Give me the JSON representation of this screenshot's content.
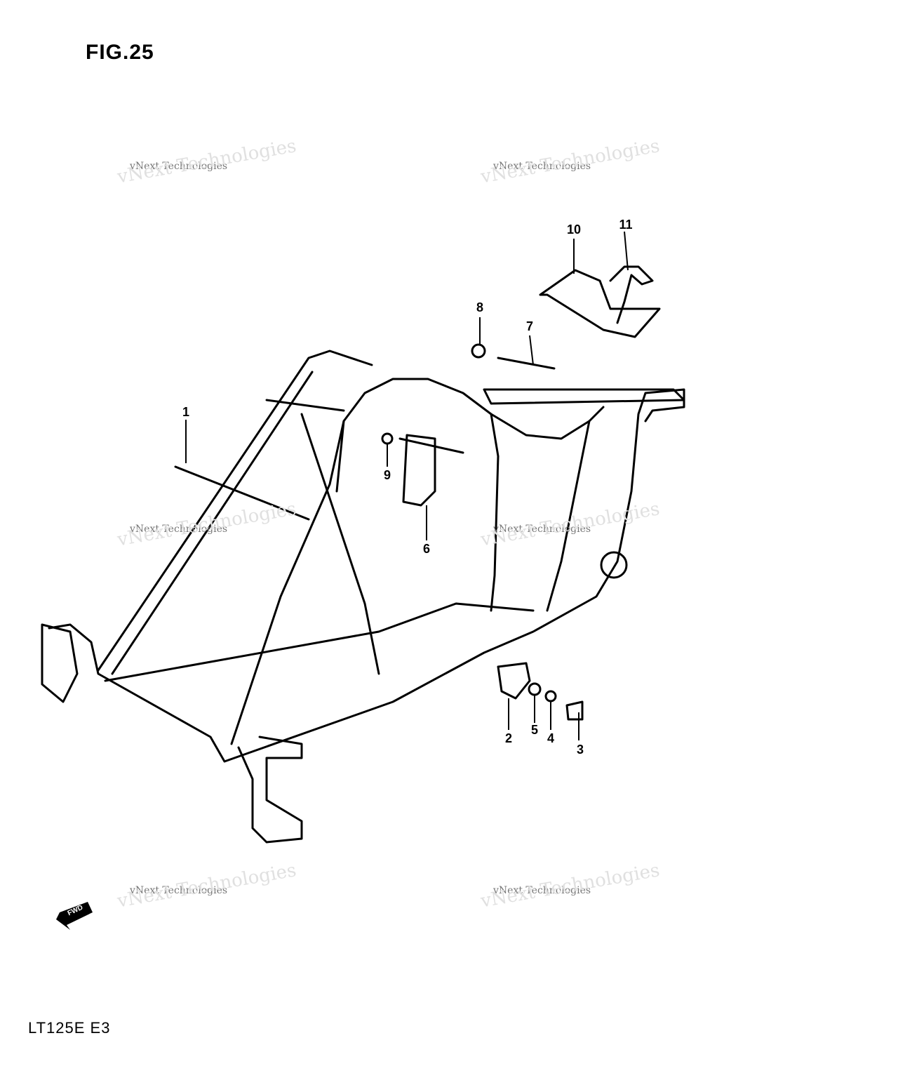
{
  "figure": {
    "title": "FIG.25",
    "model_code": "LT125E E3"
  },
  "watermark": {
    "small": "vNext Technologies",
    "big": "vNext Technologies"
  },
  "fwd_label": "FWD",
  "callouts": [
    {
      "id": "1",
      "label": "1"
    },
    {
      "id": "2",
      "label": "2"
    },
    {
      "id": "3",
      "label": "3"
    },
    {
      "id": "4",
      "label": "4"
    },
    {
      "id": "5",
      "label": "5"
    },
    {
      "id": "6",
      "label": "6"
    },
    {
      "id": "7",
      "label": "7"
    },
    {
      "id": "8",
      "label": "8"
    },
    {
      "id": "9",
      "label": "9"
    },
    {
      "id": "10",
      "label": "10"
    },
    {
      "id": "11",
      "label": "11"
    }
  ]
}
